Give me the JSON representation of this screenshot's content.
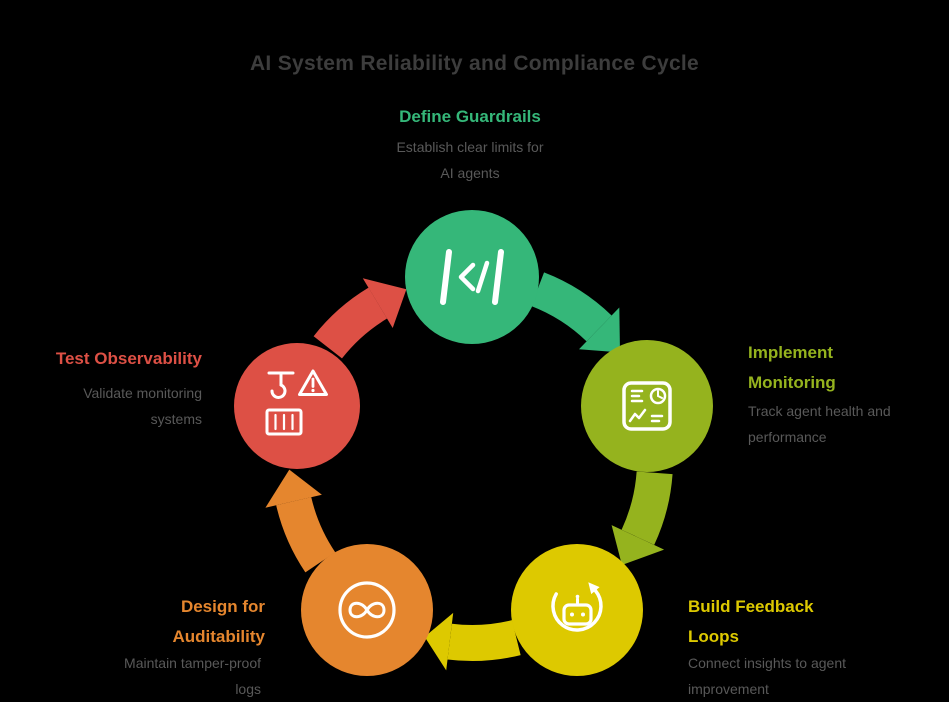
{
  "title": "AI System Reliability and Compliance Cycle",
  "theme": {
    "background": "#000000",
    "title_color": "#3d3d3d",
    "description_color": "#595959",
    "icon_color": "#ffffff"
  },
  "stages": [
    {
      "id": "define-guardrails",
      "label": "Define Guardrails",
      "description": "Establish clear limits for\nAI agents",
      "color": "#35b779",
      "icon": "code-guardrails-icon"
    },
    {
      "id": "implement-monitoring",
      "label": "Implement\nMonitoring",
      "description": "Track agent health and\nperformance",
      "color": "#95b31e",
      "icon": "monitoring-dashboard-icon"
    },
    {
      "id": "build-feedback-loops",
      "label": "Build Feedback\nLoops",
      "description": "Connect insights to agent\nimprovement",
      "color": "#ddc900",
      "icon": "robot-refresh-icon"
    },
    {
      "id": "design-for-auditability",
      "label": "Design for\nAuditability",
      "description": "Maintain tamper-proof\nlogs",
      "color": "#e5862e",
      "icon": "infinity-loop-icon"
    },
    {
      "id": "test-observability",
      "label": "Test Observability",
      "description": "Validate monitoring\nsystems",
      "color": "#dd5045",
      "icon": "crane-warning-icon"
    }
  ]
}
